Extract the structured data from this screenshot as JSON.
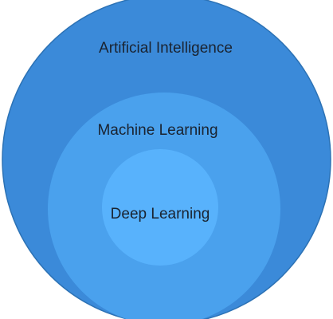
{
  "diagram": {
    "layers": [
      {
        "label": "Artificial Intelligence",
        "color": "#3b8ad9"
      },
      {
        "label": "Machine Learning",
        "color": "#4aa1ed"
      },
      {
        "label": "Deep Learning",
        "color": "#58b2fc"
      }
    ],
    "outline_color": "#2c72b5"
  }
}
